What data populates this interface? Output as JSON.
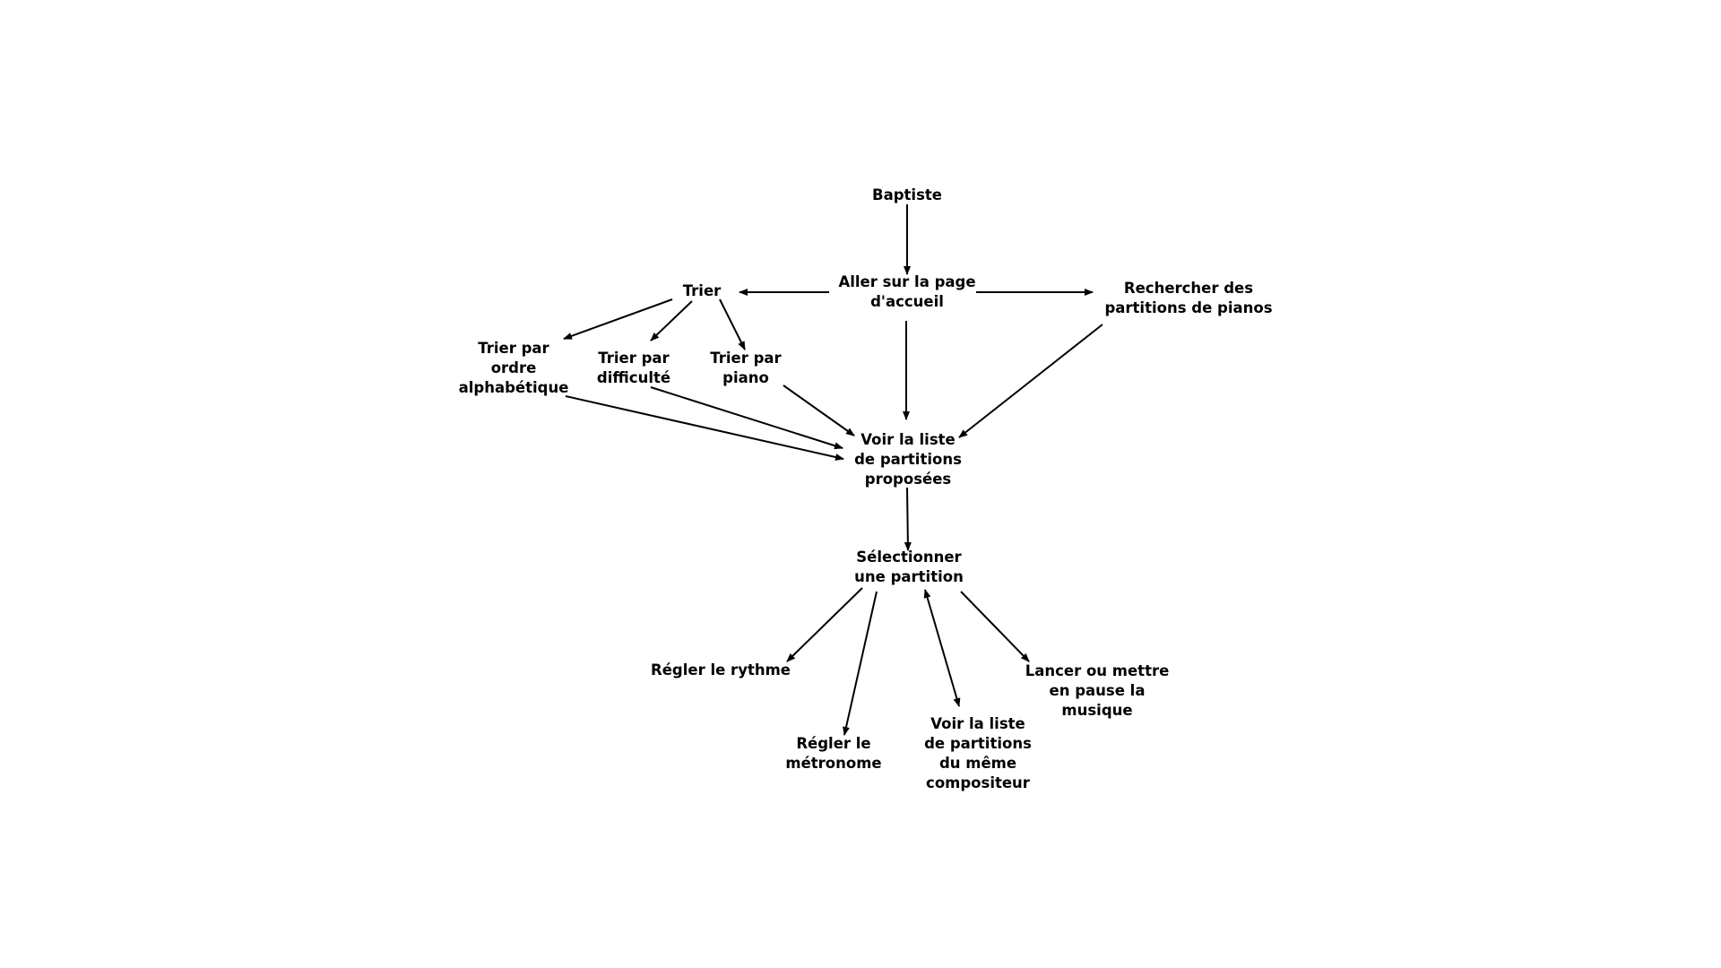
{
  "diagram": {
    "nodes": {
      "baptiste": {
        "lines": [
          "Baptiste"
        ]
      },
      "accueil": {
        "lines": [
          "Aller sur la page",
          "d'accueil"
        ]
      },
      "trier": {
        "lines": [
          "Trier"
        ]
      },
      "rechercher": {
        "lines": [
          "Rechercher des",
          "partitions de pianos"
        ]
      },
      "alpha": {
        "lines": [
          "Trier par",
          "ordre",
          "alphabétique"
        ]
      },
      "difficulte": {
        "lines": [
          "Trier par",
          "difficulté"
        ]
      },
      "piano": {
        "lines": [
          "Trier par",
          "piano"
        ]
      },
      "liste": {
        "lines": [
          "Voir la liste",
          "de partitions",
          "proposées"
        ]
      },
      "selectionner": {
        "lines": [
          "Sélectionner",
          "une partition"
        ]
      },
      "rythme": {
        "lines": [
          "Régler le rythme"
        ]
      },
      "metronome": {
        "lines": [
          "Régler le",
          "métronome"
        ]
      },
      "compositeur": {
        "lines": [
          "Voir la liste",
          "de partitions",
          "du même",
          "compositeur"
        ]
      },
      "lancer": {
        "lines": [
          "Lancer ou mettre",
          "en pause la",
          "musique"
        ]
      }
    },
    "edges": [
      {
        "from": "baptiste",
        "to": "accueil"
      },
      {
        "from": "accueil",
        "to": "trier"
      },
      {
        "from": "accueil",
        "to": "rechercher"
      },
      {
        "from": "accueil",
        "to": "liste"
      },
      {
        "from": "trier",
        "to": "alpha"
      },
      {
        "from": "trier",
        "to": "difficulte"
      },
      {
        "from": "trier",
        "to": "piano"
      },
      {
        "from": "alpha",
        "to": "liste"
      },
      {
        "from": "difficulte",
        "to": "liste"
      },
      {
        "from": "piano",
        "to": "liste"
      },
      {
        "from": "rechercher",
        "to": "liste"
      },
      {
        "from": "liste",
        "to": "selectionner"
      },
      {
        "from": "selectionner",
        "to": "rythme"
      },
      {
        "from": "selectionner",
        "to": "metronome"
      },
      {
        "from": "selectionner",
        "to": "compositeur",
        "bidirectional": true
      },
      {
        "from": "selectionner",
        "to": "lancer"
      }
    ]
  }
}
